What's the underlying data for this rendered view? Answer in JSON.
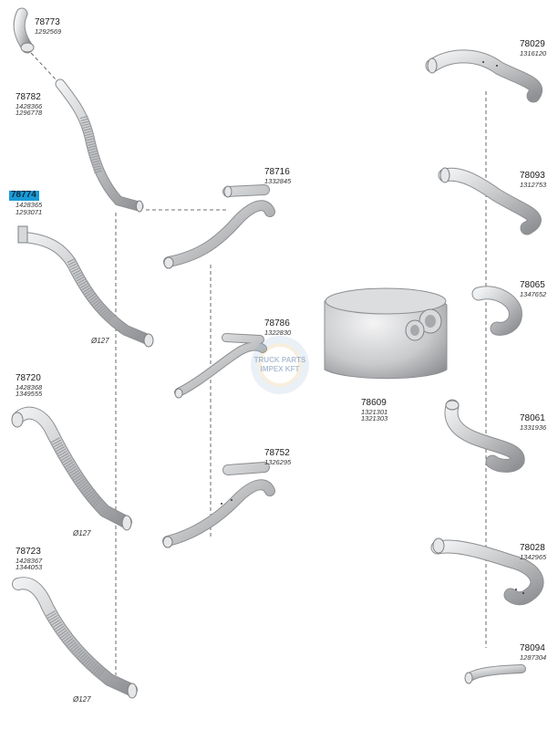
{
  "parts": [
    {
      "part_no": "78773",
      "refs": [
        "1292569"
      ]
    },
    {
      "part_no": "78782",
      "refs": [
        "1428366",
        "1296778"
      ]
    },
    {
      "part_no": "78774",
      "refs": [
        "1428365",
        "1293071"
      ],
      "highlighted": true
    },
    {
      "part_no": "78720",
      "refs": [
        "1428368",
        "1349555"
      ]
    },
    {
      "part_no": "78723",
      "refs": [
        "1428367",
        "1344053"
      ]
    },
    {
      "part_no": "78716",
      "refs": [
        "1332845"
      ]
    },
    {
      "part_no": "78786",
      "refs": [
        "1322830"
      ]
    },
    {
      "part_no": "78752",
      "refs": [
        "1326295"
      ]
    },
    {
      "part_no": "78609",
      "refs": [
        "1321301",
        "1321303"
      ]
    },
    {
      "part_no": "78029",
      "refs": [
        "1316120"
      ]
    },
    {
      "part_no": "78093",
      "refs": [
        "1312753"
      ]
    },
    {
      "part_no": "78065",
      "refs": [
        "1347652"
      ]
    },
    {
      "part_no": "78061",
      "refs": [
        "1331936"
      ]
    },
    {
      "part_no": "78028",
      "refs": [
        "1342965"
      ]
    },
    {
      "part_no": "78094",
      "refs": [
        "1287304"
      ]
    }
  ],
  "diameters": [
    "Ø127",
    "Ø127",
    "Ø127"
  ],
  "watermark": {
    "line1": "TRUCK PARTS",
    "line2": "IMPEX KFT"
  },
  "colors": {
    "highlight": "#1a9ad6",
    "pipe": "#c4c6c8",
    "pipe_edge": "#8c8e91"
  }
}
